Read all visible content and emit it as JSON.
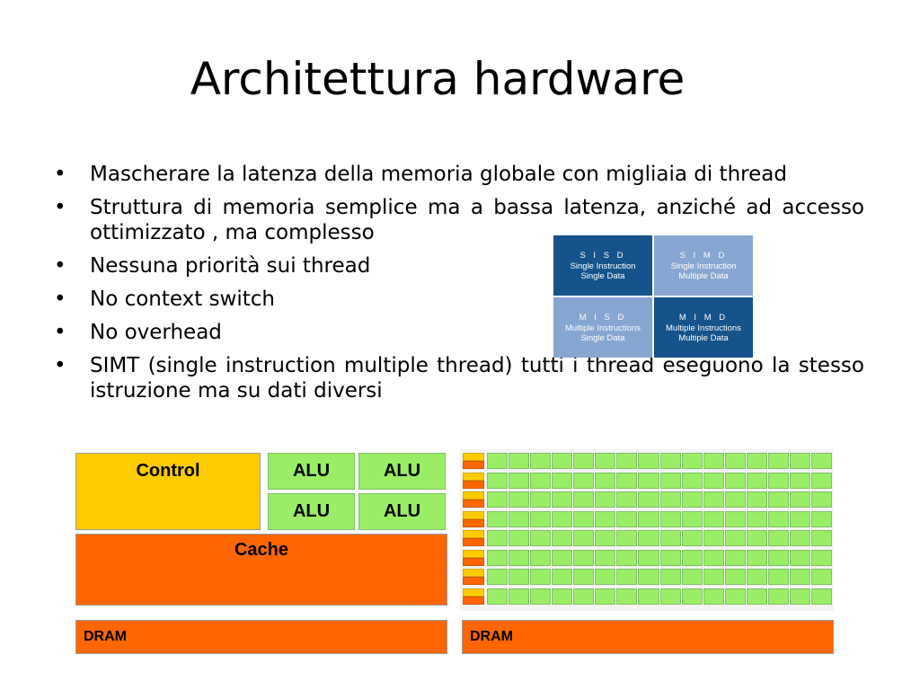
{
  "title": "Architettura hardware",
  "bullets": [
    "Mascherare la latenza della memoria globale con  migliaia di thread",
    "Struttura di memoria semplice ma a bassa latenza, anziché ad accesso ottimizzato , ma complesso",
    "Nessuna priorità sui thread",
    "No context switch",
    "No overhead",
    "SIMT (single instruction multiple thread) tutti i thread eseguono la stesso istruzione ma su dati diversi"
  ],
  "flynn": {
    "sisd": {
      "abbr": "S I S D",
      "line1": "Single Instruction",
      "line2": "Single Data"
    },
    "simd": {
      "abbr": "S I M D",
      "line1": "Single Instruction",
      "line2": "Multiple Data"
    },
    "misd": {
      "abbr": "M I S D",
      "line1": "Multiple Instructions",
      "line2": "Single Data"
    },
    "mimd": {
      "abbr": "M I M D",
      "line1": "Multiple Instructions",
      "line2": "Multiple Data"
    }
  },
  "cpu": {
    "control": "Control",
    "alu": [
      "ALU",
      "ALU",
      "ALU",
      "ALU"
    ],
    "cache": "Cache",
    "dram": "DRAM"
  },
  "gpu": {
    "dram": "DRAM",
    "rows": 8,
    "alus_per_row": 16
  },
  "colors": {
    "control": "#ffcc00",
    "alu": "#99ee66",
    "cache": "#ff6600",
    "dram": "#ff6600",
    "flynn_dark": "#15538a",
    "flynn_light": "#86a7cf"
  }
}
